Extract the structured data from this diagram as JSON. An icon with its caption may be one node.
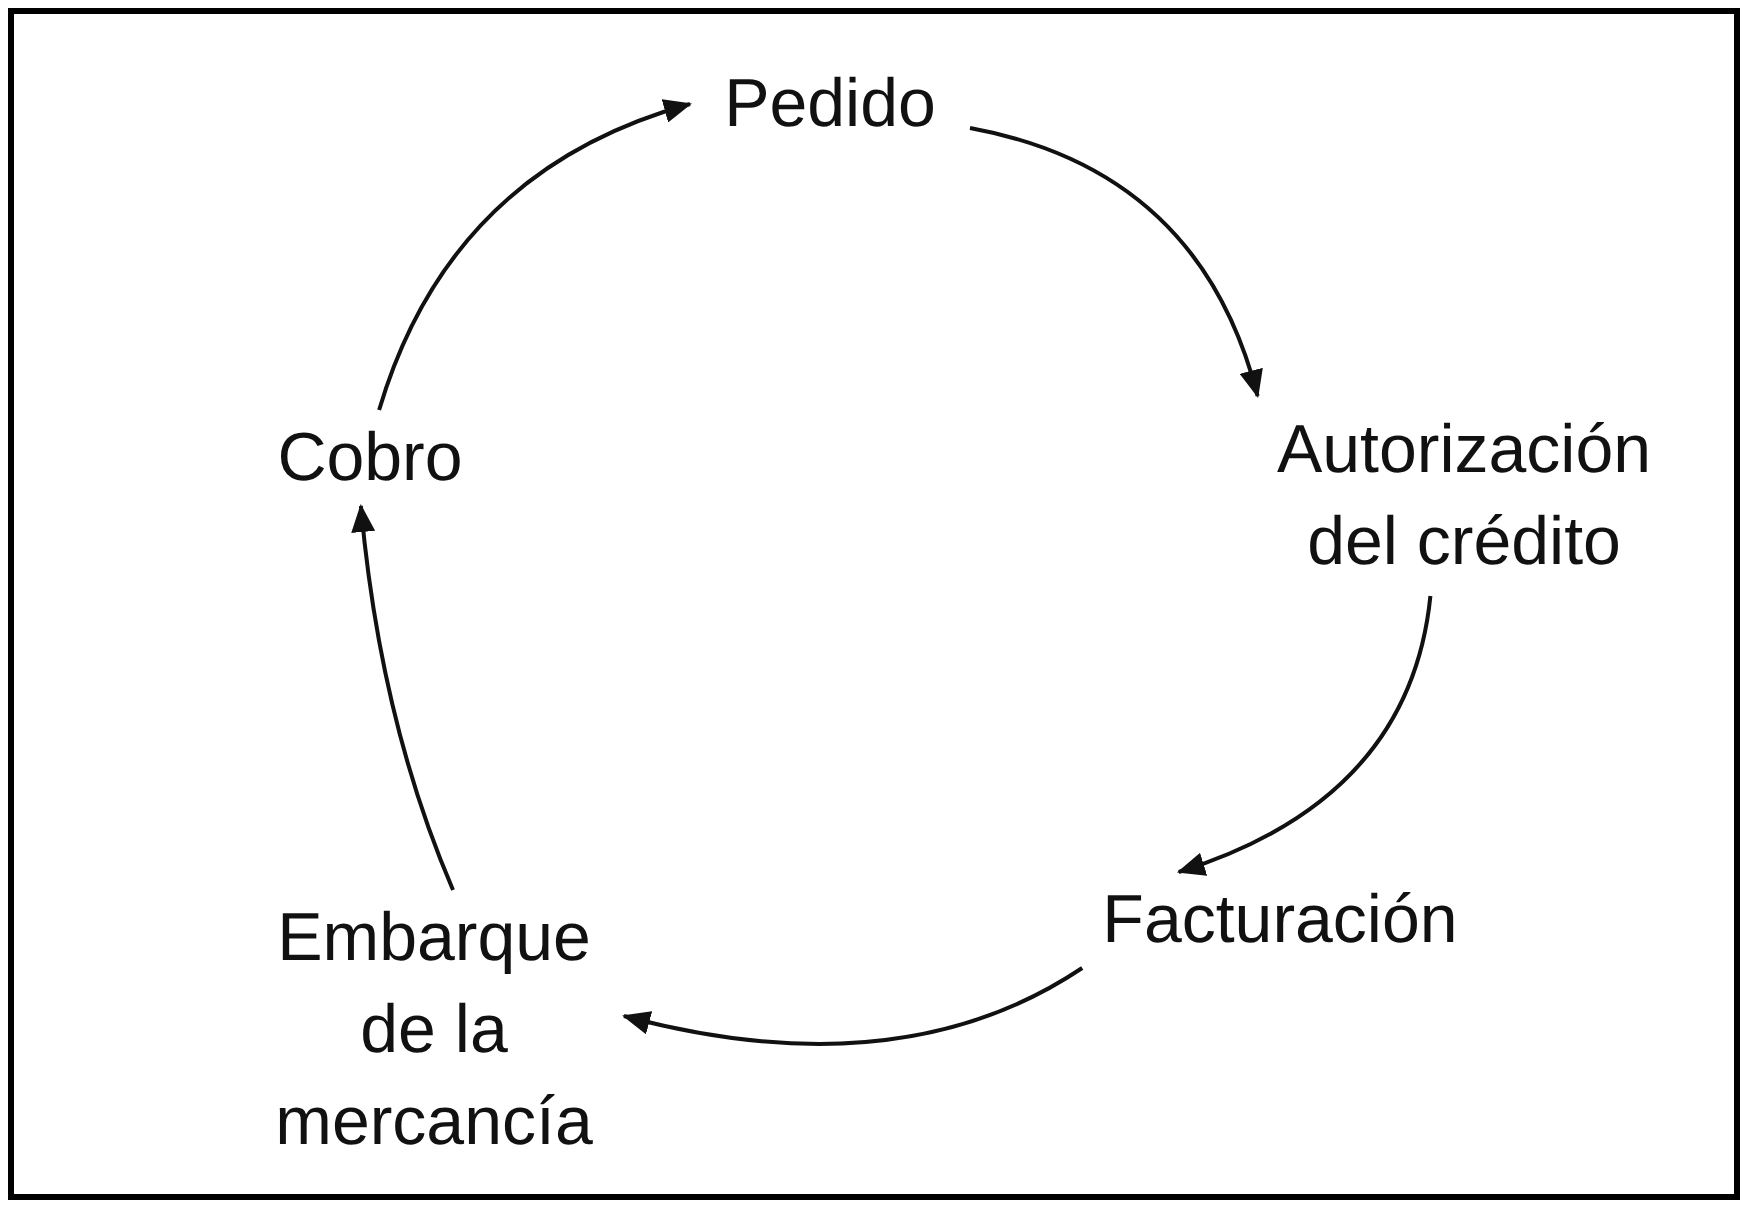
{
  "diagram": {
    "nodes": [
      {
        "text": [
          "Pedido"
        ]
      },
      {
        "text": [
          "Autorización del crédito"
        ]
      },
      {
        "text": [
          "Facturación"
        ]
      },
      {
        "text": [
          "Embarque de la mercancía"
        ]
      },
      {
        "text": [
          "Cobro"
        ]
      }
    ],
    "edges": [
      {
        "from": 0,
        "to": 1,
        "arrow": "to"
      },
      {
        "from": 1,
        "to": 2,
        "arrow": "to"
      },
      {
        "from": 2,
        "to": 3,
        "arrow": "to"
      },
      {
        "from": 3,
        "to": 4,
        "arrow": "to"
      },
      {
        "from": 4,
        "to": 0,
        "arrow": "to"
      }
    ]
  }
}
